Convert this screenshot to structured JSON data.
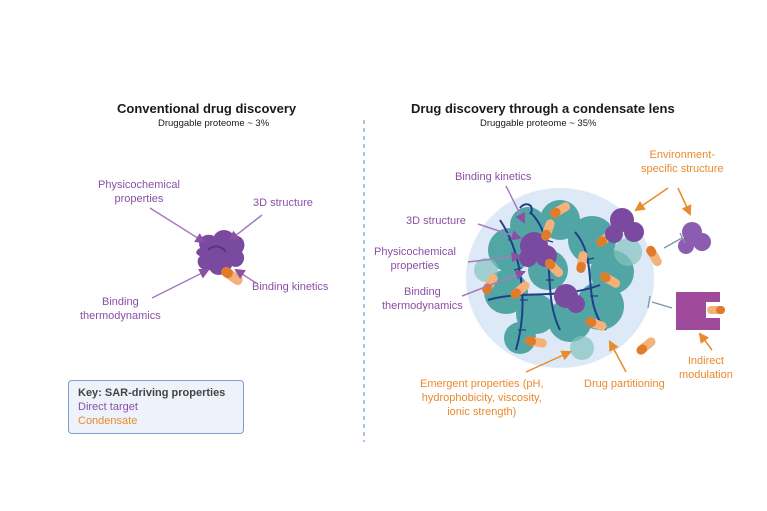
{
  "left_panel": {
    "title": "Conventional drug discovery",
    "subtitle": "Druggable proteome ~ 3%",
    "labels": {
      "physicochemical": [
        "Physicochemical",
        "properties"
      ],
      "structure": "3D structure",
      "binding_kinetics": "Binding kinetics",
      "binding_thermo": [
        "Binding",
        "thermodynamics"
      ]
    }
  },
  "right_panel": {
    "title": "Drug discovery through a condensate lens",
    "subtitle": "Druggable proteome ~ 35%",
    "labels": {
      "binding_kinetics": "Binding kinetics",
      "structure": "3D structure",
      "physicochemical": [
        "Physicochemical",
        "properties"
      ],
      "binding_thermo": [
        "Binding",
        "thermodynamics"
      ],
      "env_structure": [
        "Environment-",
        "specific structure"
      ],
      "emergent": [
        "Emergent properties (pH,",
        "hydrophobicity, viscosity,",
        "ionic strength)"
      ],
      "partitioning": "Drug partitioning",
      "indirect": [
        "Indirect",
        "modulation"
      ]
    }
  },
  "key": {
    "title": "Key: SAR-driving properties",
    "direct": "Direct target",
    "condensate": "Condensate"
  },
  "colors": {
    "direct_target": "#8b4fa6",
    "condensate": "#e98a2c",
    "protein": "#7a4aa0",
    "condensate_protein": "#3e9d9a",
    "rna": "#1f3f86",
    "droplet": "#dde9f7",
    "divider": "#8fb4d6"
  }
}
